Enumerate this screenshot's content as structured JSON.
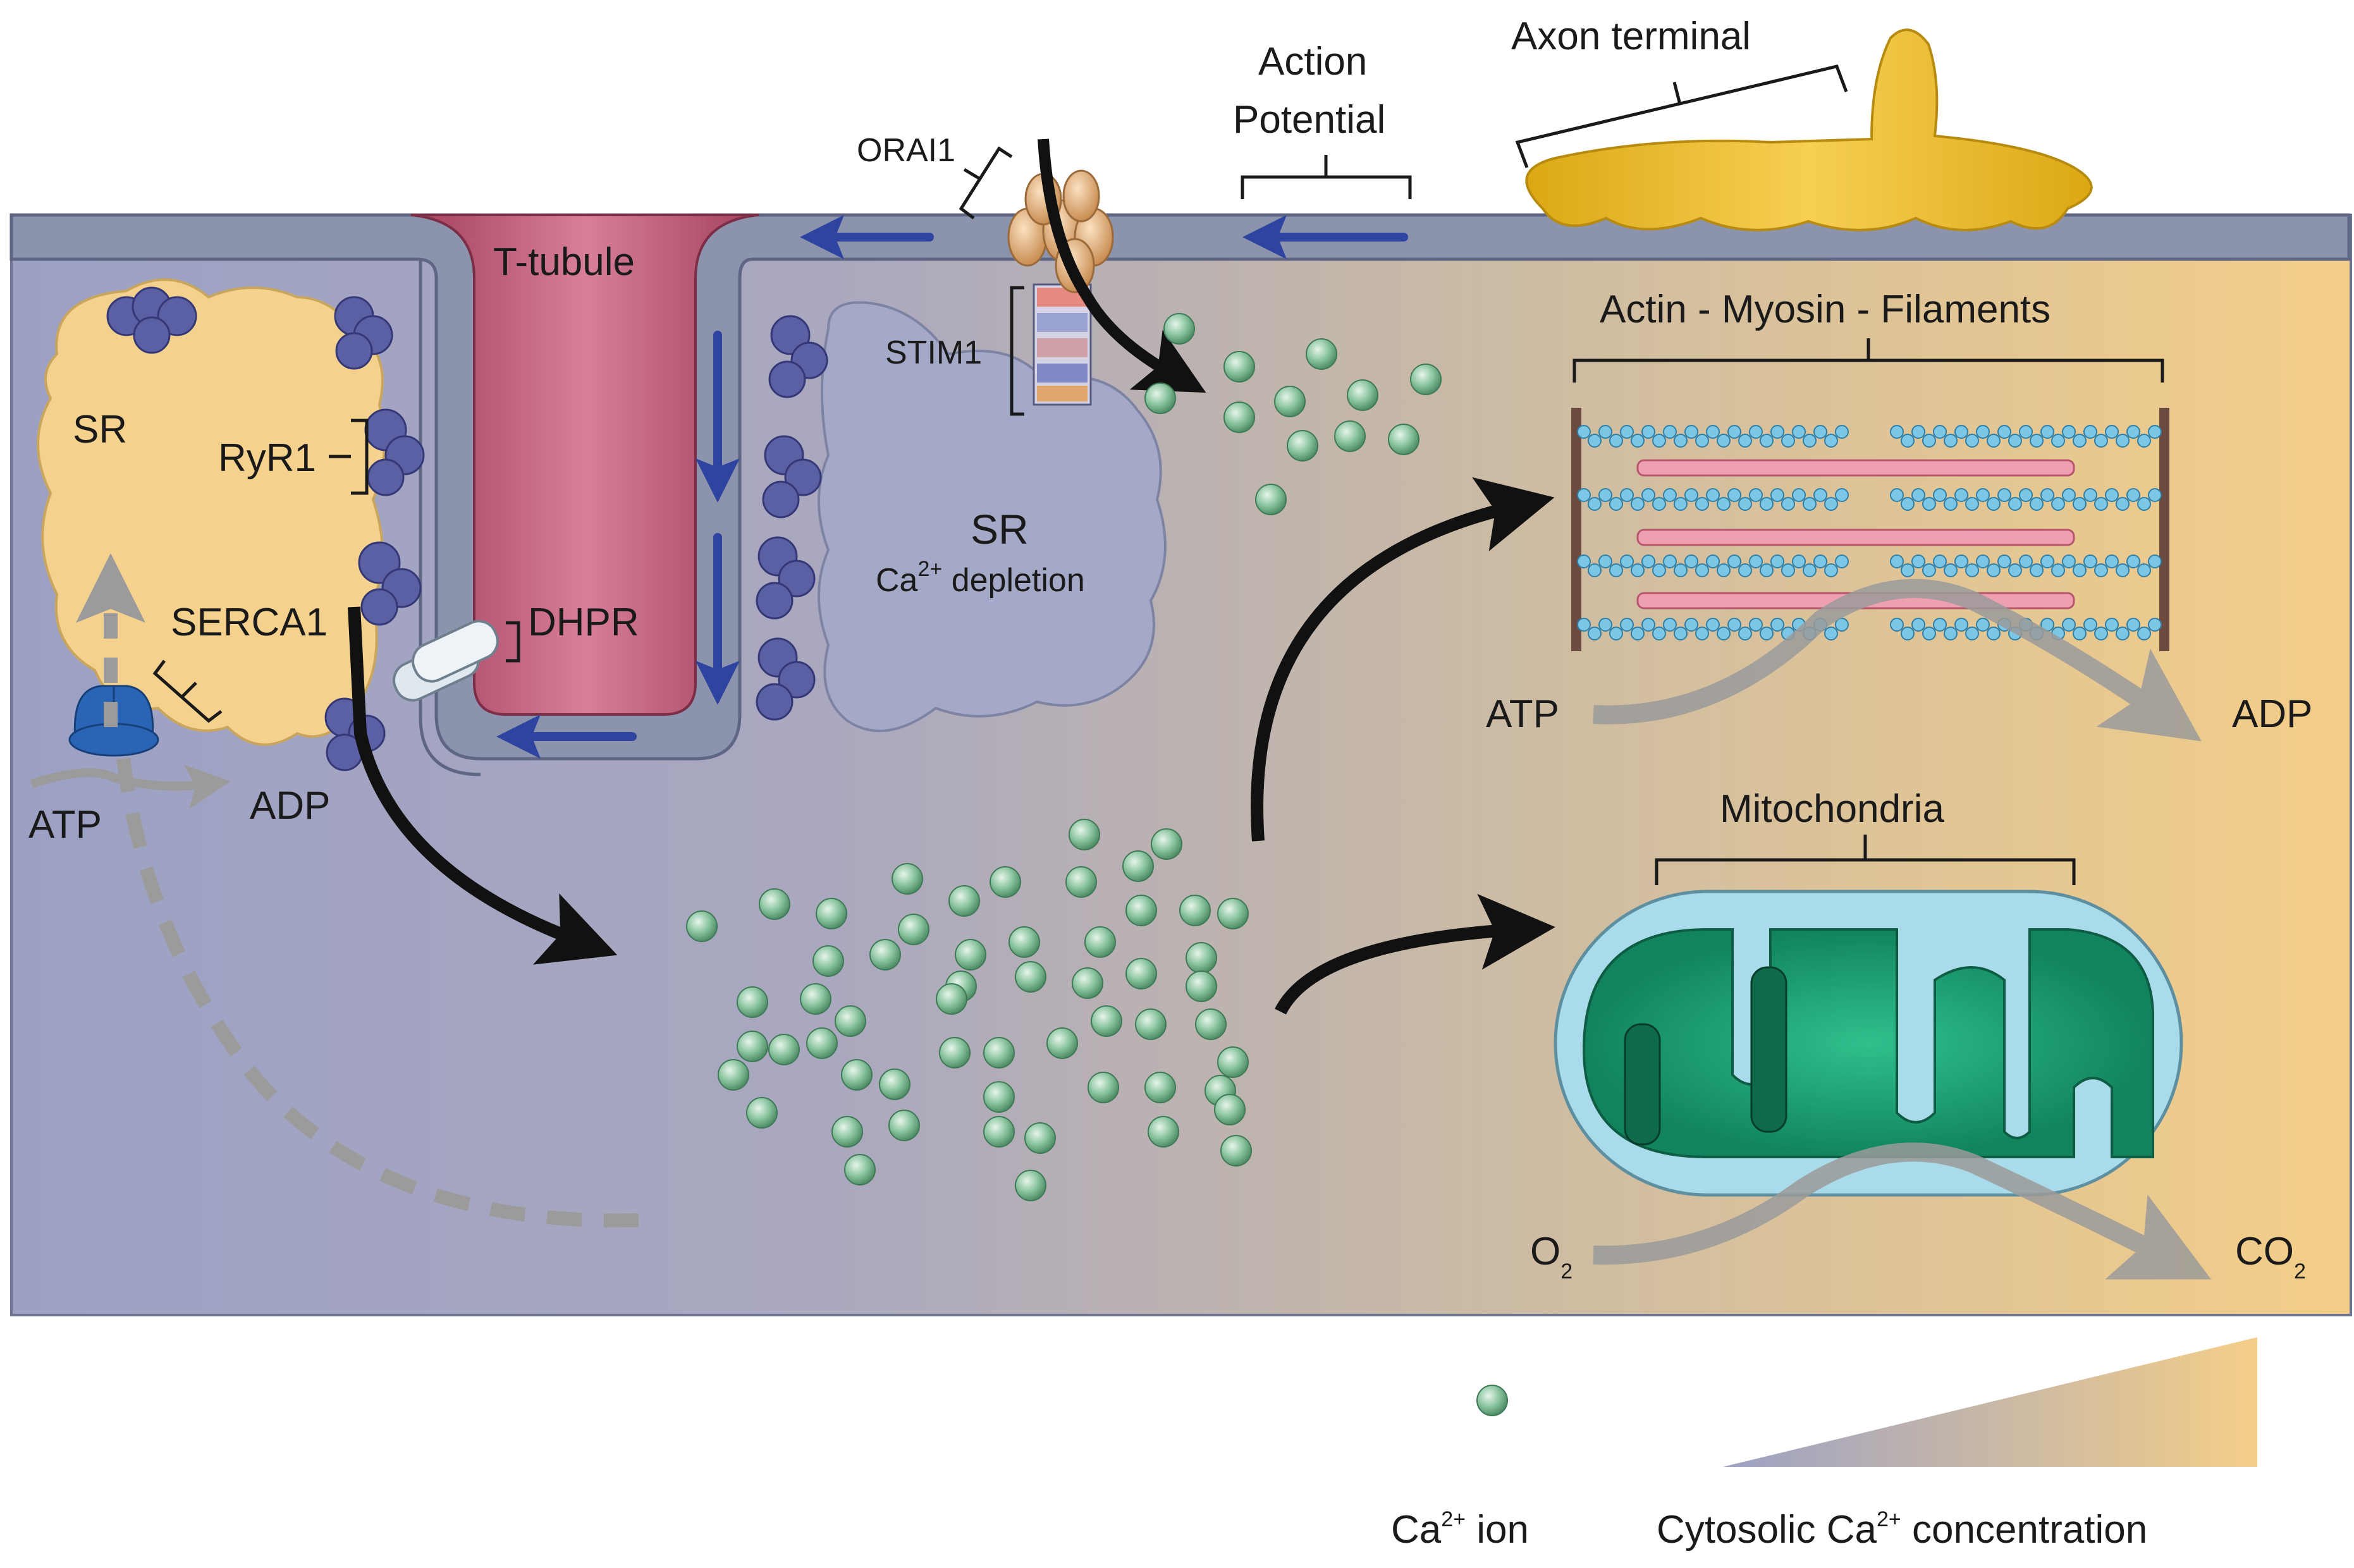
{
  "labels": {
    "axon_terminal": "Axon terminal",
    "action_potential_line1": "Action",
    "action_potential_line2": "Potential",
    "orai1": "ORAI1",
    "t_tubule": "T-tubule",
    "stim1": "STIM1",
    "sr_left": "SR",
    "ryr1": "RyR1",
    "serca1": "SERCA1",
    "dhpr": "DHPR",
    "atp_left": "ATP",
    "adp_left": "ADP",
    "sr_right": "SR",
    "ca_depletion_base": "Ca",
    "ca_depletion_sup": "2+",
    "ca_depletion_rest": " depletion",
    "actin_myosin": "Actin - Myosin - Filaments",
    "atp_right": "ATP",
    "adp_right": "ADP",
    "mitochondria": "Mitochondria",
    "o2_base": "O",
    "o2_sub": "2",
    "co2_base": "CO",
    "co2_sub": "2"
  },
  "legend": {
    "ion_base": "Ca",
    "ion_sup": "2+",
    "ion_rest": "  ion",
    "conc_prefix": "Cytosolic Ca",
    "conc_sup": "2+",
    "conc_rest": " concentration"
  },
  "colors": {
    "cytosol_low": "#9da2c4",
    "cytosol_high": "#f4cf88",
    "membrane": "#8b93ad",
    "t_tubule": "#b95373",
    "sr_fill": "#f5d18e",
    "sr_depleted": "#a4a9c8",
    "ca_ion": "#86c19a",
    "channel_purple": "#5b5fa3",
    "serca_blue": "#2a65b5",
    "orai_orange": "#d9a36e",
    "axon_gold": "#e8b82a",
    "mito_outer": "#a9dbea",
    "mito_inner": "#16906a",
    "actin_blue": "#6cc0e2",
    "myosin_pink": "#ee9fb0",
    "arrow_black": "#111111",
    "arrow_grey": "#9b9b9b",
    "flow_arrow": "#2f44a0"
  }
}
